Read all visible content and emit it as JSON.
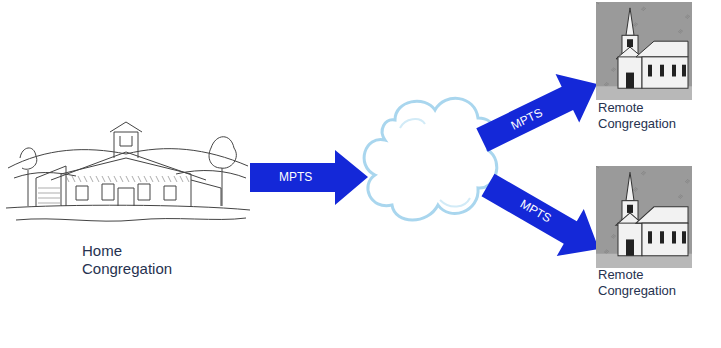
{
  "diagram": {
    "nodes": [
      {
        "text": [
          "Home Congregation"
        ]
      },
      {
        "text": [
          "Remote Congregation"
        ]
      },
      {
        "text": [
          "Remote Congregation"
        ]
      }
    ],
    "labels": [
      "MPTS",
      "MPTS",
      "MPTS"
    ]
  }
}
